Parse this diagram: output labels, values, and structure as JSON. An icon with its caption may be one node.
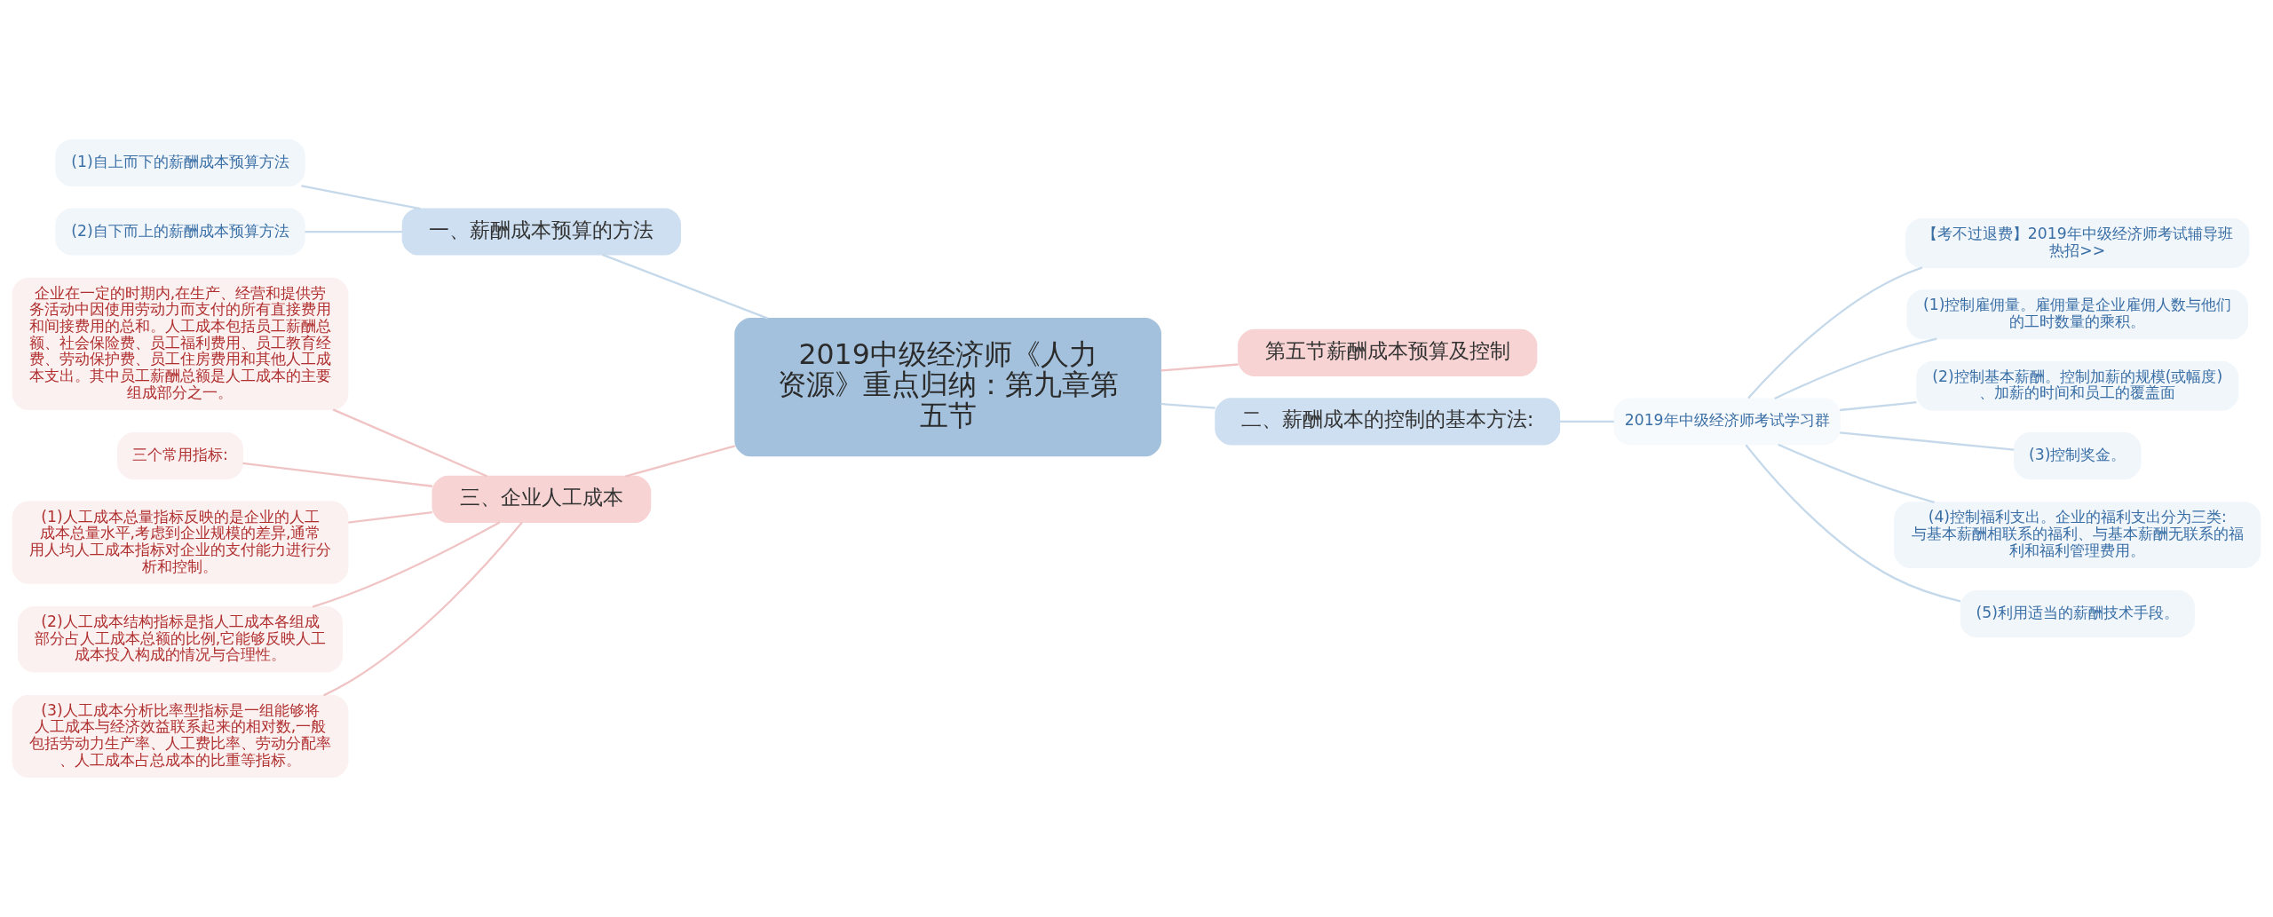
{
  "diagram": {
    "nodes": [
      {
        "text": [
          "2019中级经济师《人力资源》重点归纳：第九章第五节"
        ]
      },
      {
        "text": [
          "一、薪酬成本预算的方法"
        ]
      },
      {
        "text": [
          "(1)自上而下的薪酬成本预算方法"
        ]
      },
      {
        "text": [
          "(2)自下而上的薪酬成本预算方法"
        ]
      },
      {
        "text": [
          "第五节薪酬成本预算及控制"
        ]
      },
      {
        "text": [
          "二、薪酬成本的控制的基本方法:"
        ]
      },
      {
        "text": [
          "2019年中级经济师考试学习群"
        ]
      },
      {
        "text": [
          "【考不过退费】2019年中级经济师考试辅导班热招>>"
        ]
      },
      {
        "text": [
          "(1)控制雇佣量。雇佣量是企业雇佣人数与他们的工时数量的乘积。"
        ]
      },
      {
        "text": [
          "(2)控制基本薪酬。控制加薪的规模(或幅度)、加薪的时间和员工的覆盖面"
        ]
      },
      {
        "text": [
          "(3)控制奖金。"
        ]
      },
      {
        "text": [
          "(4)控制福利支出。企业的福利支出分为三类:与基本薪酬相联系的福利、与基本薪酬无联系的福利和福利管理费用。"
        ]
      },
      {
        "text": [
          "(5)利用适当的薪酬技术手段。"
        ]
      },
      {
        "text": [
          "三、企业人工成本"
        ]
      },
      {
        "text": [
          "企业在一定的时期内,在生产、经营和提供劳务活动中因使用劳动力而支付的所有直接费用和间接费用的总和。人工成本包括员工薪酬总额、社会保险费、员工福利费用、员工教育经费、劳动保护费、员工住房费用和其他人工成本支出。其中员工薪酬总额是人工成本的主要组成部分之一。"
        ]
      },
      {
        "text": [
          "三个常用指标:"
        ]
      },
      {
        "text": [
          "(1)人工成本总量指标反映的是企业的人工成本总量水平,考虑到企业规模的差异,通常用人均人工成本指标对企业的支付能力进行分析和控制。"
        ]
      },
      {
        "text": [
          "(2)人工成本结构指标是指人工成本各组成部分占人工成本总额的比例,它能够反映人工成本投入构成的情况与合理性。"
        ]
      },
      {
        "text": [
          "(3)人工成本分析比率型指标是一组能够将人工成本与经济效益联系起来的相对数,一般包括劳动力生产率、人工费比率、劳动分配率、人工成本占总成本的比重等指标。"
        ]
      }
    ],
    "edges": [
      {
        "from": 0,
        "to": 1,
        "arrow": "none"
      },
      {
        "from": 1,
        "to": 2,
        "arrow": "none"
      },
      {
        "from": 1,
        "to": 3,
        "arrow": "none"
      },
      {
        "from": 0,
        "to": 4,
        "arrow": "none",
        "color": "#f0c4c4"
      },
      {
        "from": 0,
        "to": 5,
        "arrow": "none"
      },
      {
        "from": 5,
        "to": 6,
        "arrow": "none"
      },
      {
        "from": 6,
        "to": 7,
        "arrow": "none"
      },
      {
        "from": 6,
        "to": 8,
        "arrow": "none"
      },
      {
        "from": 6,
        "to": 9,
        "arrow": "none"
      },
      {
        "from": 6,
        "to": 10,
        "arrow": "none"
      },
      {
        "from": 6,
        "to": 11,
        "arrow": "none"
      },
      {
        "from": 6,
        "to": 12,
        "arrow": "none"
      },
      {
        "from": 0,
        "to": 13,
        "arrow": "none",
        "color": "#f0c4c4"
      },
      {
        "from": 13,
        "to": 14,
        "arrow": "none",
        "color": "#f0c4c4"
      },
      {
        "from": 13,
        "to": 15,
        "arrow": "none",
        "color": "#f0c4c4"
      },
      {
        "from": 13,
        "to": 16,
        "arrow": "none",
        "color": "#f0c4c4"
      },
      {
        "from": 13,
        "to": 17,
        "arrow": "none",
        "color": "#f0c4c4"
      },
      {
        "from": 13,
        "to": 18,
        "arrow": "none",
        "color": "#f0c4c4"
      }
    ]
  }
}
